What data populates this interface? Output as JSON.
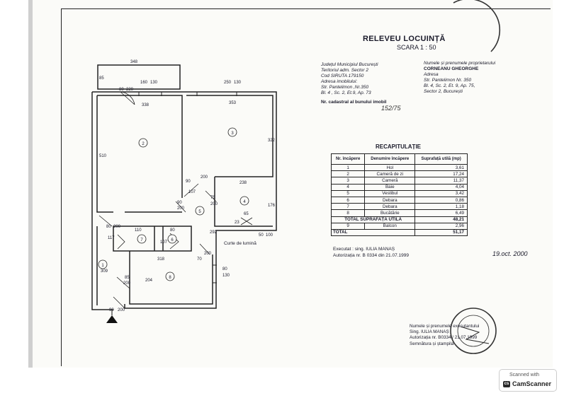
{
  "header": {
    "title": "RELEVEU LOCUINȚĂ",
    "scale": "SCARA 1 : 50",
    "county_label": "Județul",
    "county_value": "Municipiul București",
    "territory_label": "Teritoriul adm.",
    "territory_value": "Sector 2",
    "siruta_label": "Cod SIRUTA",
    "siruta_value": "179150",
    "address_label": "Adresa imobilului:",
    "address_line1": "Str. Pantelimon ,Nr.350",
    "address_line2": "Bl. 4 , Sc. 2, Et.9, Ap. 73",
    "cadastral_label": "Nr. cadastral al bunului imobil",
    "cadastral_value": "152/75",
    "owner_label": "Numele și prenumele proprietarului",
    "owner_name": "CORNEANU GHEORGHE",
    "owner_addr_label": "Adresa",
    "owner_addr1": "Str. Pantelimon Nr. 350",
    "owner_addr2": "Bl. 4, Sc. 2, Et. 9, Ap. 75,",
    "owner_addr3": "Sector 2, București"
  },
  "recap": {
    "title": "RECAPITULAȚIE",
    "col_nr": "Nr. încăpere",
    "col_name": "Denumire încăpere",
    "col_area": "Suprafață utilă (mp)",
    "rows": [
      {
        "nr": "1",
        "name": "Hol",
        "area": "3,61"
      },
      {
        "nr": "2",
        "name": "Cameră de zi",
        "area": "17,24"
      },
      {
        "nr": "3",
        "name": "Cameră",
        "area": "11,37"
      },
      {
        "nr": "4",
        "name": "Baie",
        "area": "4,04"
      },
      {
        "nr": "5",
        "name": "Vestibul",
        "area": "3,42"
      },
      {
        "nr": "6",
        "name": "Debara",
        "area": "0,86"
      },
      {
        "nr": "7",
        "name": "Debara",
        "area": "1,18"
      },
      {
        "nr": "8",
        "name": "Bucătărie",
        "area": "6,49"
      }
    ],
    "total_util_label": "TOTAL SUPRAFAȚĂ UTILĂ",
    "total_util_value": "48,21",
    "balcon_nr": "9",
    "balcon_label": "Balcon",
    "balcon_value": "2,96",
    "total_label": "TOTAL",
    "total_value": "51,17"
  },
  "executor": {
    "line1": "Executat : sing. IULIA MANAȘ",
    "line2": "Autorizația nr. B 0334 din 21.07.1999",
    "date": "19.oct. 2000"
  },
  "footer": {
    "line1": "Numele și prenumele executantului",
    "line2": "Sing. IULIA MANAȘ",
    "line3": "Autorizația nr. B0334 / 21.07.1999",
    "line4": "Semnătura și ștampila"
  },
  "plan": {
    "rooms": [
      "1",
      "2",
      "3",
      "4",
      "5",
      "6",
      "7",
      "8"
    ],
    "courtyard_label": "Curte de lumină",
    "dims": {
      "d348": "348",
      "d85": "85",
      "d80a": "80",
      "d220": "220",
      "d160": "160",
      "d130a": "130",
      "d250": "250",
      "d130b": "130",
      "d338": "338",
      "d353": "353",
      "d510": "510",
      "d322": "322",
      "d90a": "90",
      "d200a": "200",
      "d238": "238",
      "d107a": "107",
      "d75": "75",
      "d200b": "200",
      "d90b": "90",
      "d200c": "200",
      "d176": "176",
      "d65": "65",
      "d23": "23",
      "d50": "50",
      "d100": "100",
      "d292": "292",
      "d80b": "80",
      "d200d": "200",
      "d117": "117",
      "d110": "110",
      "d107b": "107",
      "d80c": "80",
      "d318": "318",
      "d70": "70",
      "d200e": "200",
      "d309": "309",
      "d85b": "85",
      "d200f": "200",
      "d204": "204",
      "d80d": "80",
      "d130c": "130",
      "d90c": "90",
      "d200g": "200"
    }
  },
  "scanner": {
    "label": "Scanned with",
    "brand": "CamScanner"
  }
}
